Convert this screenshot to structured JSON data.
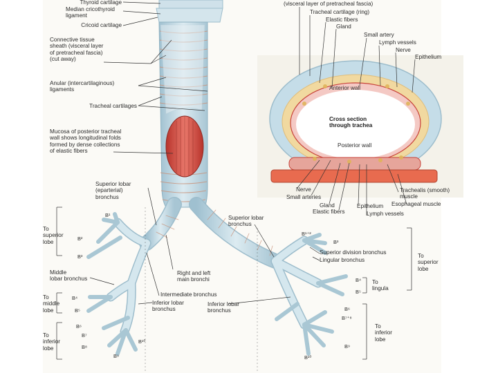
{
  "labels": {
    "thyroid_cartilage": "Thyroid cartilage",
    "median_cricothyroid": "Median cricothyroid\nligament",
    "cricoid_cartilage": "Cricoid cartilage",
    "connective_sheath": "Connective tissue\nsheath (visceral layer\nof pretracheal fascia)\n(cut away)",
    "anular_ligaments": "Anular (intercartilaginous)\nligaments",
    "tracheal_cartilages": "Tracheal cartilages",
    "mucosa_posterior": "Mucosa of posterior tracheal\nwall shows longitudinal folds\nformed by dense collections\nof elastic fibers",
    "superior_lobar_eparterial": "Superior lobar\n(eparterial)\nbronchus",
    "to_superior_lobe_left": "To\nsuperior\nlobe",
    "middle_lobar_bronchus": "Middle\nlobar bronchus",
    "to_middle_lobe": "To\nmiddle\nlobe",
    "to_inferior_lobe_left": "To\ninferior\nlobe",
    "right_left_main": "Right and left\nmain bronchi",
    "intermediate_bronchus": "Intermediate bronchus",
    "inferior_lobar_right": "Inferior lobar\nbronchus",
    "inferior_lobar_left": "Inferior lobar\nbronchus",
    "superior_lobar_left": "Superior lobar\nbronchus",
    "superior_division": "Superior division bronchus",
    "lingular_bronchus": "Lingular bronchus",
    "to_superior_lobe_right": "To\nsuperior\nlobe",
    "to_lingula": "To\nlingula",
    "to_inferior_lobe_right": "To\ninferior\nlobe"
  },
  "cross_section": {
    "title": "Cross section\nthrough trachea",
    "anterior_wall": "Anterior wall",
    "posterior_wall": "Posterior wall",
    "top_labels": {
      "fascia": "(visceral layer of pretracheal fascia)",
      "tracheal_ring": "Tracheal cartilage (ring)",
      "elastic_fibers": "Elastic fibers",
      "gland": "Gland",
      "small_artery": "Small artery",
      "lymph_vessels": "Lymph vessels",
      "nerve": "Nerve",
      "epithelium": "Epithelium"
    },
    "bottom_labels": {
      "nerve": "Nerve",
      "small_arteries": "Small arteries",
      "gland": "Gland",
      "elastic_fibers": "Elastic fibers",
      "epithelium": "Epithelium",
      "lymph_vessels": "Lymph vessels",
      "trachealis": "Trachealis (smooth)\nmuscle",
      "esophageal_muscle": "Esophageal muscle"
    }
  },
  "bronchi_codes": {
    "r_b1": "B¹",
    "r_b2": "B²",
    "r_b3": "B³",
    "r_b4": "B⁴",
    "r_b5": "B⁵",
    "r_b6": "B⁶",
    "r_b7": "B⁷",
    "r_b8": "B⁸",
    "r_b9": "B⁹",
    "r_b10": "B¹⁰",
    "l_b12": "B¹⁺²",
    "l_b3": "B³",
    "l_b4": "B⁴",
    "l_b5": "B⁵",
    "l_b6": "B⁶",
    "l_b78": "B⁷⁺⁸",
    "l_b9": "B⁹",
    "l_b10": "B¹⁰"
  },
  "colors": {
    "cartilage": "#c5dde8",
    "cartilage_edge": "#9dbdcc",
    "mucosa": "#c8433a",
    "submucosa": "#f1d9a0",
    "leader": "#333333"
  }
}
